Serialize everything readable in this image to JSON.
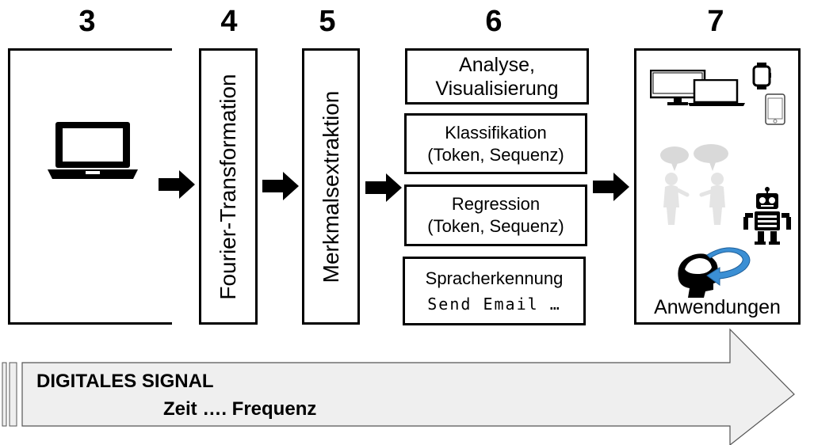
{
  "steps": {
    "s3": "3",
    "s4": "4",
    "s5": "5",
    "s6": "6",
    "s7": "7"
  },
  "box4_label": "Fourier-Transformation",
  "box5_label": "Merkmalsextraktion",
  "box6": [
    {
      "line1": "Analyse,",
      "line2": "Visualisierung"
    },
    {
      "line1": "Klassifikation",
      "line2": "(Token, Sequenz)"
    },
    {
      "line1": "Regression",
      "line2": "(Token, Sequenz)"
    },
    {
      "line1": "Spracherkennung",
      "line2": "Send Email …"
    }
  ],
  "box7_label": "Anwendungen",
  "banner": {
    "line1": "DIGITALES SIGNAL",
    "line2": "Zeit …. Frequenz"
  },
  "icons": [
    "laptop-icon",
    "monitor-icon",
    "smartwatch-icon",
    "phone-icon",
    "people-talking-icon",
    "robot-icon",
    "head-cycle-icon"
  ],
  "colors": {
    "banner_fill": "#efefef",
    "cycle_arrow": "#3b8fd4"
  }
}
